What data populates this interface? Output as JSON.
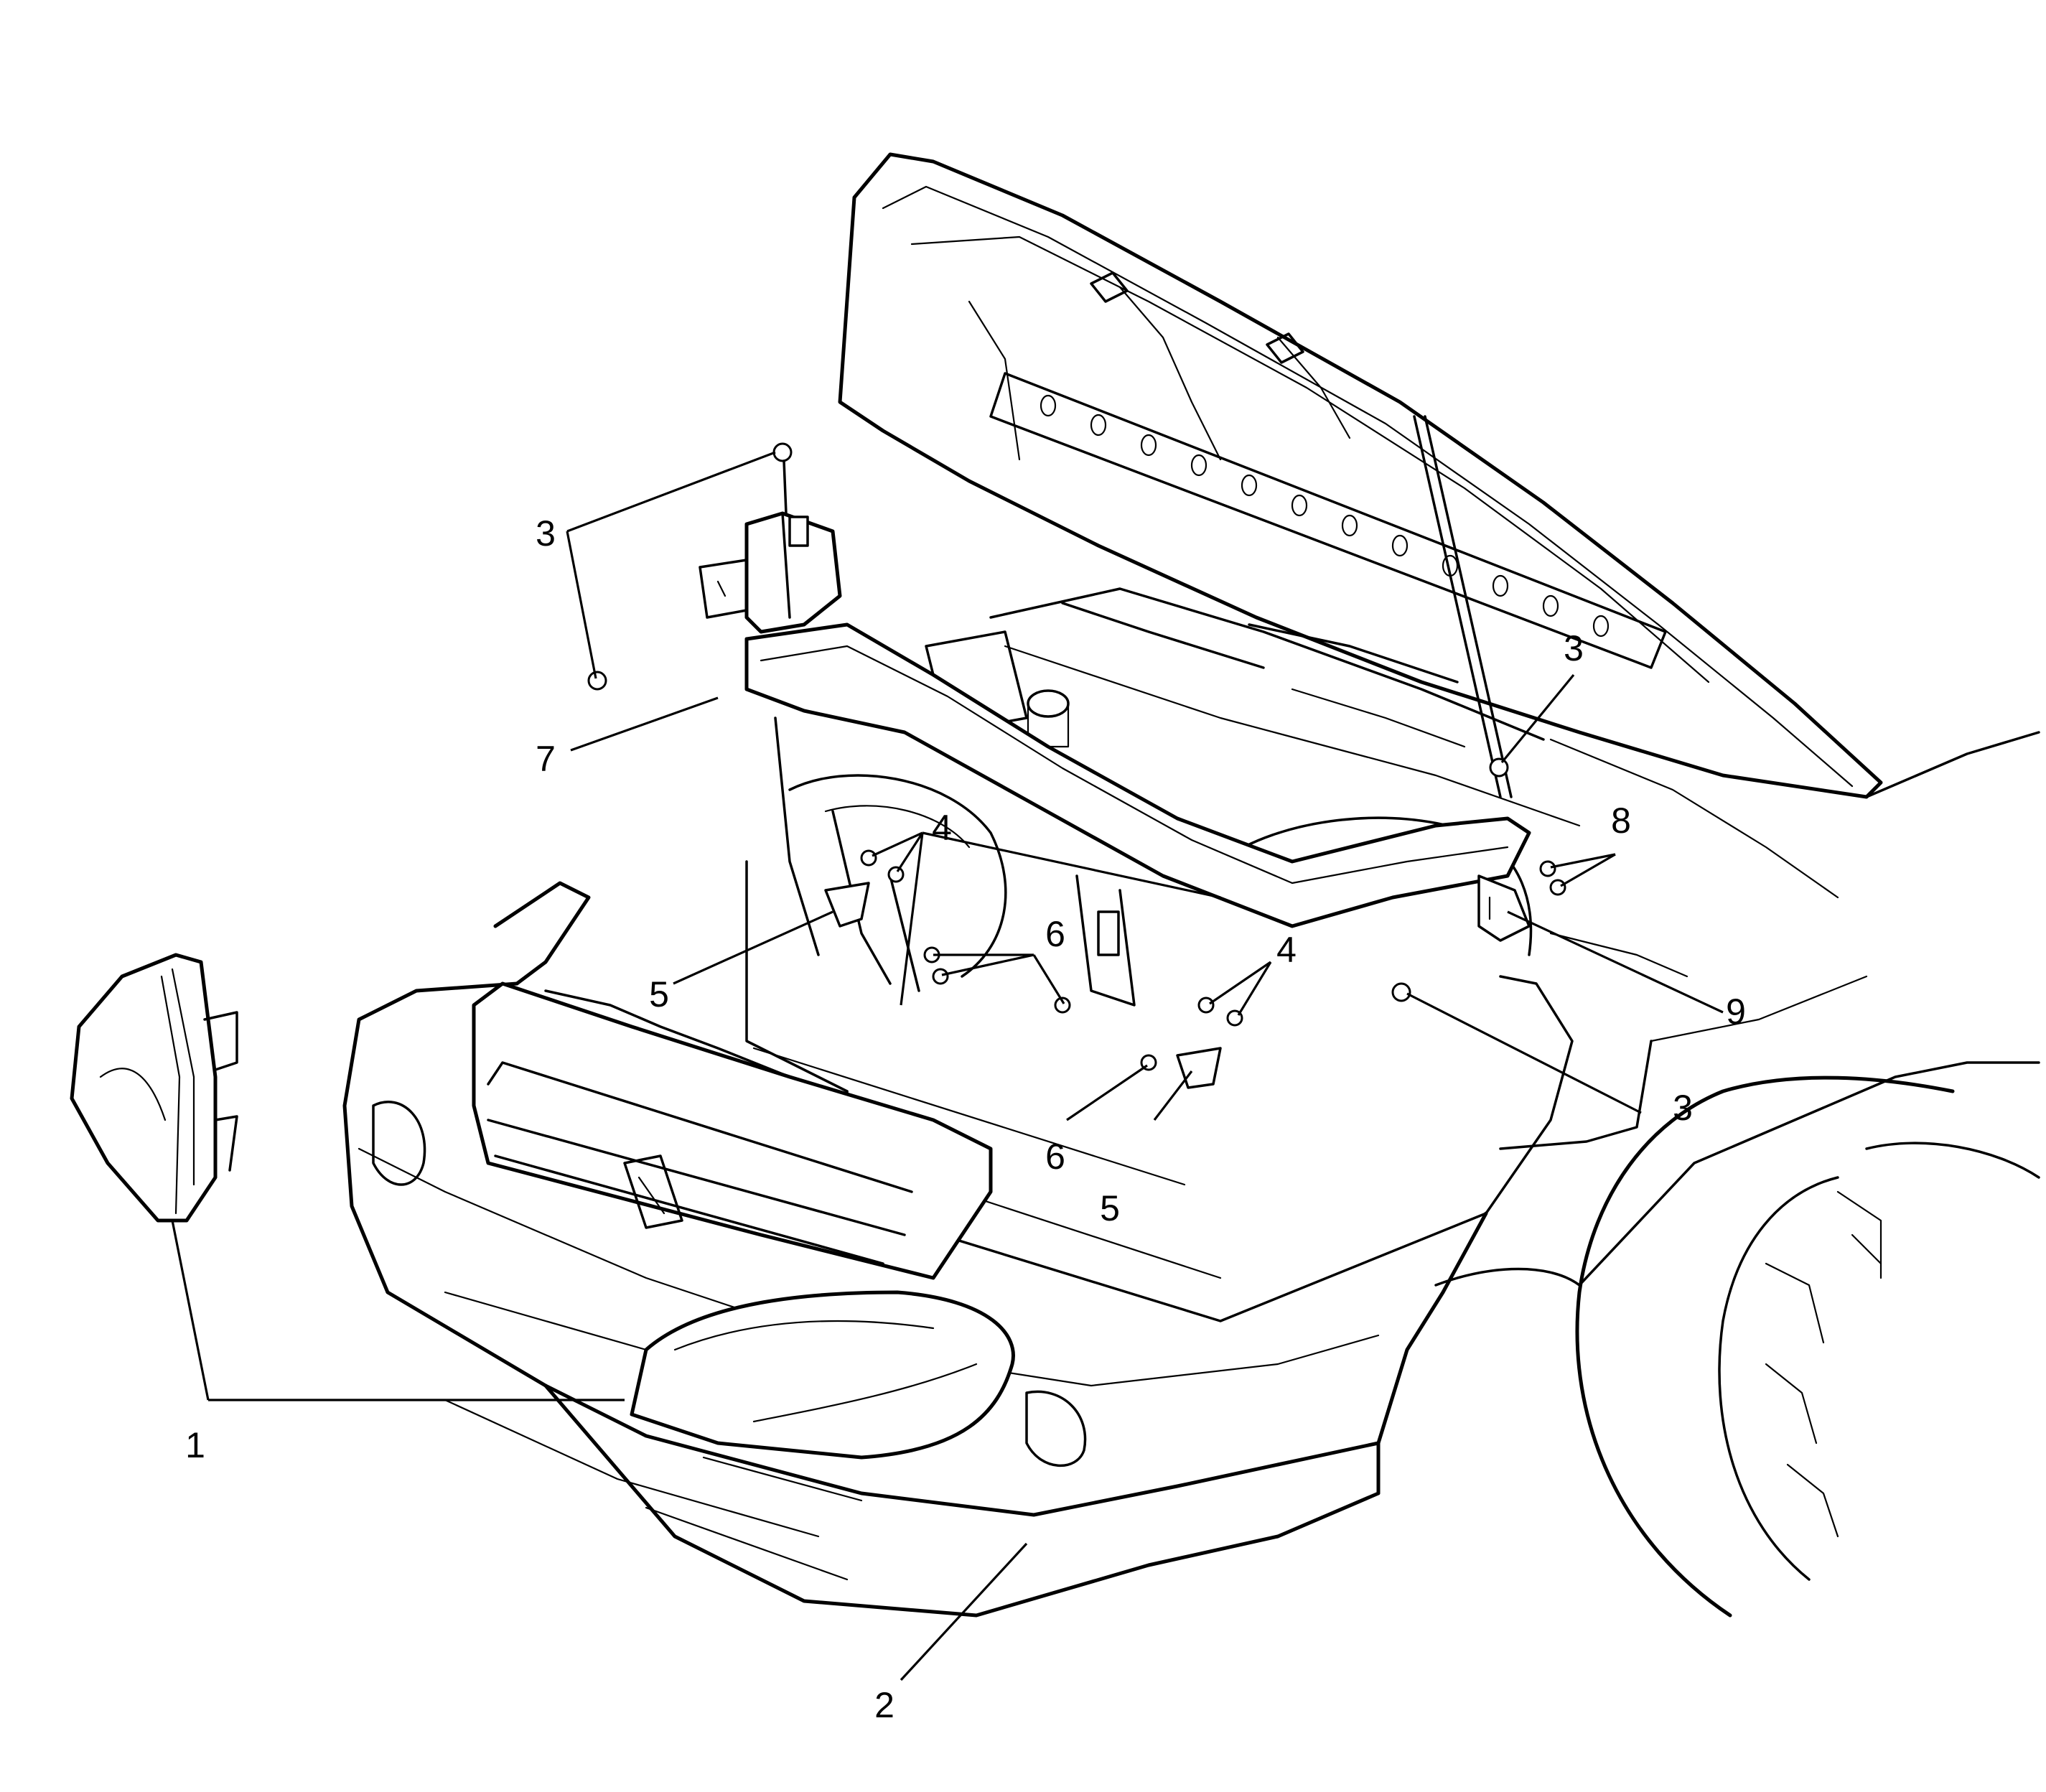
{
  "diagram": {
    "colors": {
      "ink": "#000000",
      "paper": "#ffffff"
    },
    "callouts": [
      {
        "id": "c1",
        "label": "1"
      },
      {
        "id": "c2",
        "label": "2"
      },
      {
        "id": "c3a",
        "label": "3"
      },
      {
        "id": "c3b",
        "label": "3"
      },
      {
        "id": "c3c",
        "label": "3"
      },
      {
        "id": "c4a",
        "label": "4"
      },
      {
        "id": "c4b",
        "label": "4"
      },
      {
        "id": "c5a",
        "label": "5"
      },
      {
        "id": "c5b",
        "label": "5"
      },
      {
        "id": "c6a",
        "label": "6"
      },
      {
        "id": "c6b",
        "label": "6"
      },
      {
        "id": "c7",
        "label": "7"
      },
      {
        "id": "c8",
        "label": "8"
      },
      {
        "id": "c9",
        "label": "9"
      }
    ]
  }
}
